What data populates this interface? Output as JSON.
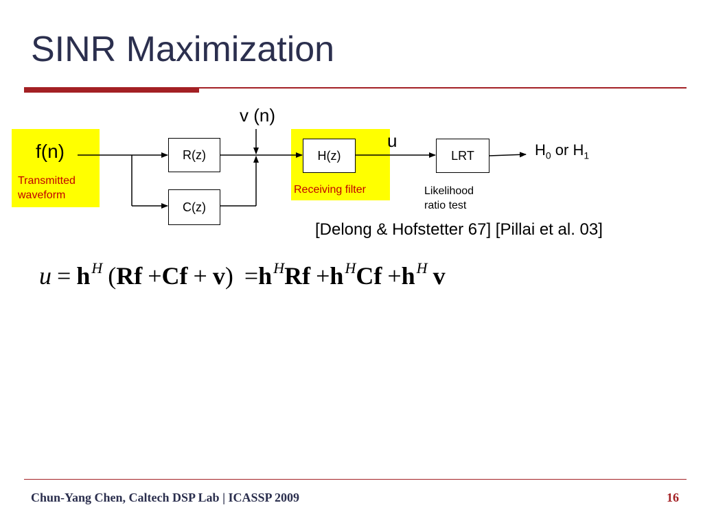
{
  "slide": {
    "title": "SINR Maximization",
    "page_number": "16"
  },
  "diagram": {
    "input_label": "f(n)",
    "input_caption_line1": "Transmitted",
    "input_caption_line2": "waveform",
    "noise_label": "v (n)",
    "block_r": "R(z)",
    "block_c": "C(z)",
    "block_h": "H(z)",
    "block_lrt": "LRT",
    "receiving_filter_label": "Receiving filter",
    "u_label": "u",
    "output_h": "H",
    "output_sub0": "0",
    "output_or": " or H",
    "output_sub1": "1",
    "lrt_caption_line1": "Likelihood",
    "lrt_caption_line2": "ratio test",
    "citation": "[Delong & Hofstetter 67] [Pillai et al. 03]"
  },
  "equation": {
    "u": "u",
    "eq1": "=",
    "h": "h",
    "H": "H",
    "lparen": "(",
    "Rf": "Rf",
    "plus": "+",
    "Cf": "Cf",
    "v": "v",
    "rparen": ")",
    "eq2": "="
  },
  "footer": {
    "author": "Chun-Yang Chen, Caltech DSP Lab",
    "separator": " | ",
    "conference": "ICASSP 2009"
  },
  "colors": {
    "title": "#2b2f4e",
    "accent": "#a32024",
    "highlight": "#ffff00"
  }
}
